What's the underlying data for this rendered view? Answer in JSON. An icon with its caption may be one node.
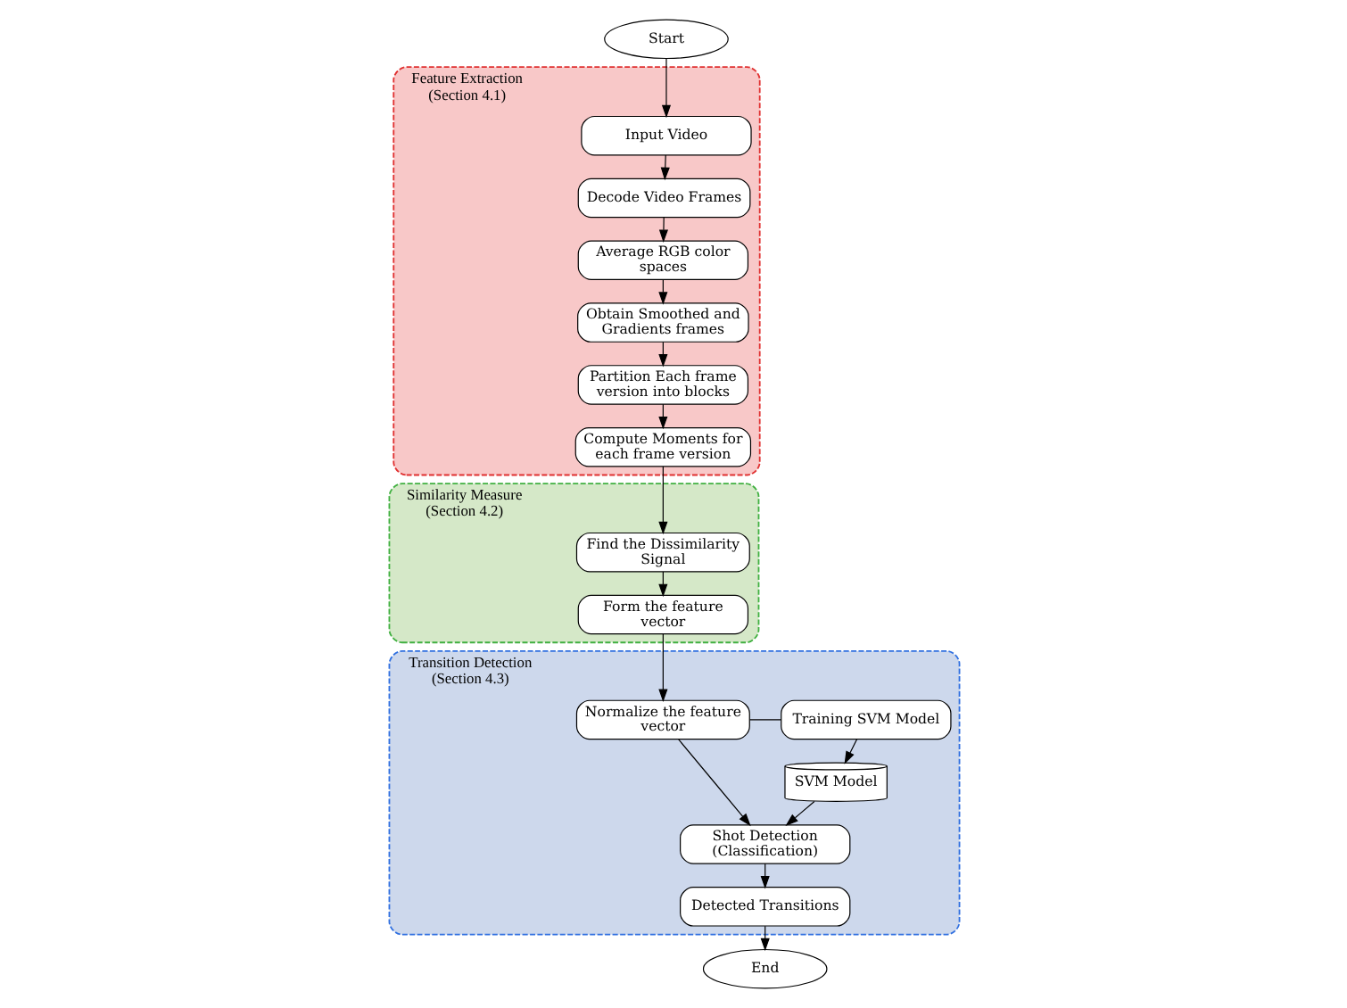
{
  "diagram": {
    "nodes": [
      {
        "text": [
          "Start"
        ]
      },
      {
        "text": [
          "Feature Extraction (Section 4.1)"
        ]
      },
      {
        "text": [
          "Input Video"
        ],
        "in": 1
      },
      {
        "text": [
          "Decode Video Frames"
        ],
        "in": 1
      },
      {
        "text": [
          "Average RGB color spaces"
        ],
        "in": 1
      },
      {
        "text": [
          "Obtain Smoothed and Gradients frames"
        ],
        "in": 1
      },
      {
        "text": [
          "Partition Each frame version into blocks"
        ],
        "in": 1
      },
      {
        "text": [
          "Compute Moments for each frame version"
        ],
        "in": 1
      },
      {
        "text": [
          "Similarity Measure (Section 4.2)"
        ]
      },
      {
        "text": [
          "Find the Dissimilarity Signal"
        ],
        "in": 8
      },
      {
        "text": [
          "Form the feature vector"
        ],
        "in": 8
      },
      {
        "text": [
          "Transition Detection (Section 4.3)"
        ]
      },
      {
        "text": [
          "Normalize the feature vector"
        ],
        "in": 11
      },
      {
        "text": [
          "Training SVM Model"
        ],
        "in": 11
      },
      {
        "text": [
          "SVM Model"
        ],
        "in": 11
      },
      {
        "text": [
          "Shot Detection (Classification)"
        ],
        "in": 11
      },
      {
        "text": [
          "Detected Transitions"
        ],
        "in": 11
      },
      {
        "text": [
          "End"
        ]
      }
    ],
    "edges": [
      {
        "from": 0,
        "to": 2,
        "arrow": "to"
      },
      {
        "from": 2,
        "to": 3,
        "arrow": "to"
      },
      {
        "from": 3,
        "to": 4,
        "arrow": "to"
      },
      {
        "from": 4,
        "to": 5,
        "arrow": "to"
      },
      {
        "from": 5,
        "to": 6,
        "arrow": "to"
      },
      {
        "from": 6,
        "to": 7,
        "arrow": "to"
      },
      {
        "from": 7,
        "to": 9,
        "arrow": "to"
      },
      {
        "from": 9,
        "to": 10,
        "arrow": "to"
      },
      {
        "from": 10,
        "to": 12,
        "arrow": "to"
      },
      {
        "from": 12,
        "to": 13,
        "arrow": "none"
      },
      {
        "from": 13,
        "to": 14,
        "arrow": "to"
      },
      {
        "from": 14,
        "to": 15,
        "arrow": "to"
      },
      {
        "from": 12,
        "to": 15,
        "arrow": "to"
      },
      {
        "from": 15,
        "to": 16,
        "arrow": "to"
      },
      {
        "from": 16,
        "to": 17,
        "arrow": "to"
      }
    ]
  }
}
